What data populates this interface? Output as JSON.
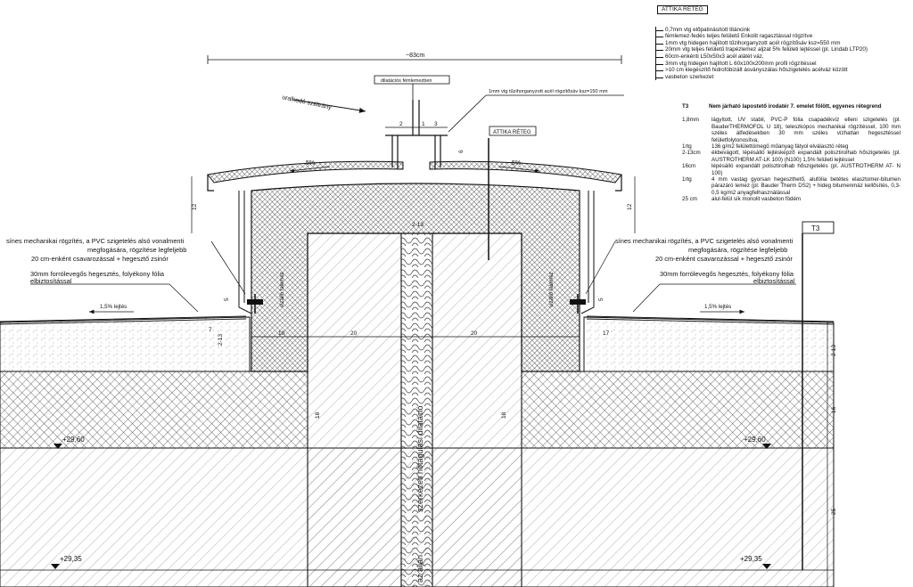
{
  "legend": {
    "title": "ATTIKA RÉTEG",
    "items": [
      "0,7mm vtg előpatinásított titáncink",
      "fémlemez-fedés teljes felületű Enkolit ragasztással rögzítve",
      "1mm vtg hidegen hajlított tűzihorganyzott acél rögzítősáv ksz=550 mm",
      "20mm vtg teljes felületű trapézlemez aljzat 5% felületi lejtéssel (pl. Lindab LTP20)",
      "60cm-enkénti L50x50x3 acél alátét váz,",
      "3mm vtg hidegen hajlított L 60x100x200mm profil rögzítéssel",
      ">10 cm kiegészítő hidrofóbizált ásványszálas hőszigetelés acélváz között",
      "vasbeton szerkezet"
    ]
  },
  "spec": {
    "code": "T3",
    "title": "Nem járható lapostető irodatér 7. emelet fölött, egyenes rétegrend",
    "rows": [
      {
        "thickness": "1,8mm",
        "text": "lágyított, UV stabil, PVC-P fólia csapadékvíz elleni szigetelés (pl. BauderTHERMOFOL U 18), teleszkópos mechanikai rögzítéssel, 100 mm széles átfedésekben 30 mm széles vízhatlan hegesztéssel felületfolytonosítva,"
      },
      {
        "thickness": "1rtg",
        "text": "136 g/m2 felülettömegű műanyag fátyol elválasztó réteg"
      },
      {
        "thickness": "2-13cm",
        "text": "ékbevágott, lépésálló lejtésképző expandált polisztirolhab hőszigetelés (pl. AUSTROTHERM AT-LK 100) (N100) 1,5% felületi lejtéssel"
      },
      {
        "thickness": "16cm",
        "text": "lépésálló expandált polisztirolhab hőszigetelés (pl. AUSTROTHERM AT- N 100)"
      },
      {
        "thickness": "1rtg",
        "text": "4 mm vastag gyorsan hegeszthető, alufólia betétes elasztomer-bitumen párazáró lemez (pl. Bauder Therm DS2) + hideg bitumenmáz kellősítés, 0,3-0,5 kg/m2 anyagfelhasználással"
      },
      {
        "thickness": "25 cm",
        "text": "alul-felül sík monolit vasbeton födém"
      }
    ]
  },
  "labels": {
    "dim_83": "~83cm",
    "expansion_plate": "dilatációs fémlemezben",
    "wind": "uralkodó szélirány",
    "strip_note": "1mm vtg tűzihorganyzott acél rögzítősáv ksz=150 mm",
    "attika_tag": "ATTIKA RÉTEG",
    "slope_left": "5%",
    "slope_right": "5%",
    "d2": "2",
    "d1": "1",
    "d3": "3",
    "d6": "6",
    "d12_left": "12",
    "d12_right": "12",
    "d5_left": "5",
    "d5_right": "5",
    "d10": "10",
    "d20_left": "20",
    "d20_right": "20",
    "d18_left": "18",
    "d18_right": "18",
    "d7": "7",
    "d17": "17",
    "d213_left": "2-13",
    "d213_right": "2-13",
    "d16": "16",
    "d25": "25",
    "center_dim": "2-13",
    "rail_left_1": "sínes mechanikai rögzítés, a PVC szigetelés alsó vonalmenti",
    "rail_left_2": "megfogására, rögzítése legfeljebb",
    "rail_left_3": "20 cm-enként csavarozással + hegesztő zsinór",
    "rail_right_1": "sínes mechanikai rögzítés, a PVC szigetelés alsó vonalmenti",
    "rail_right_2": "megfogására, rögzítése legfeljebb",
    "rail_right_3": "20 cm-enként csavarozással + hegesztő zsinór",
    "weld_left_1": "30mm forrólevegős hegesztés, folyékony fólia",
    "weld_left_2": "elbiztosítással",
    "weld_right_1": "30mm forrólevegős hegesztés, folyékony fólia",
    "weld_right_2": "elbiztosítással",
    "slope15_left": "1,5% lejtés",
    "slope15_right": "1,5% lejtés",
    "t3_tag": "T3",
    "level_left": "+29,60",
    "level_right": "+29,60",
    "level_bottom_left": "+29,35",
    "level_bottom_right": "+29,35",
    "joint_vertical": "szerkezeti hőtágulási dilatáció",
    "joint_vertical_2": "az alján",
    "board_left": "vízálló falemez",
    "board_right": "vízálló falemez"
  }
}
